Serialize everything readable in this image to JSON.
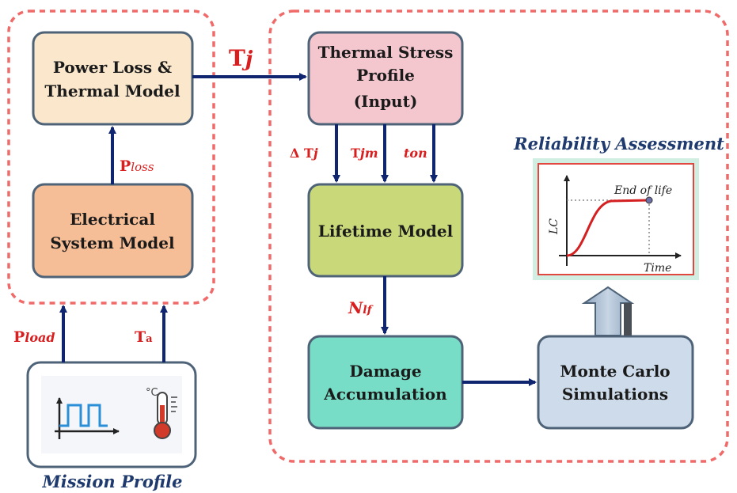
{
  "boxes": {
    "power_loss": {
      "line1": "Power Loss &",
      "line2": "Thermal Model",
      "fill": "#fbe8cc"
    },
    "electrical": {
      "line1": "Electrical",
      "line2": "System Model",
      "fill": "#f6be96"
    },
    "thermal_stress": {
      "line1": "Thermal Stress",
      "line2": "Profile",
      "line3": "(Input)",
      "fill": "#f4c7cf"
    },
    "lifetime": {
      "line1": "Lifetime Model",
      "fill": "#c9d97a"
    },
    "damage": {
      "line1": "Damage",
      "line2": "Accumulation",
      "fill": "#78ddc6"
    },
    "monte_carlo": {
      "line1": "Monte Carlo",
      "line2": "Simulations",
      "fill": "#cddbea"
    }
  },
  "labels": {
    "tj": {
      "main": "T",
      "sub": "j"
    },
    "ploss": {
      "main": "P",
      "sub": "loss"
    },
    "pload": {
      "main": "P",
      "sub": "load"
    },
    "ta": {
      "main": "T",
      "sub": "a"
    },
    "delta_tj": {
      "main": "Δ T",
      "sub": "j"
    },
    "tjm": {
      "main": "T",
      "sub": "jm"
    },
    "ton": {
      "main": "ton"
    },
    "nlf": {
      "main": "N",
      "sub": "lf"
    }
  },
  "captions": {
    "reliability": "Reliability Assessment",
    "mission": "Mission Profile"
  },
  "reliability_chart": {
    "y_label": "LC",
    "x_label": "Time",
    "end_label": "End of life"
  },
  "mission_icons": {
    "pulse": "pulse-waveform-icon",
    "thermometer": "thermometer-icon",
    "degree_label": "°C"
  },
  "colors": {
    "arrow": "#0f2570",
    "dash_border": "#f06a6a",
    "label_red": "#d81e1e",
    "caption_blue": "#1f3a6e",
    "box_border": "#4e6378",
    "curve": "#d42020"
  }
}
